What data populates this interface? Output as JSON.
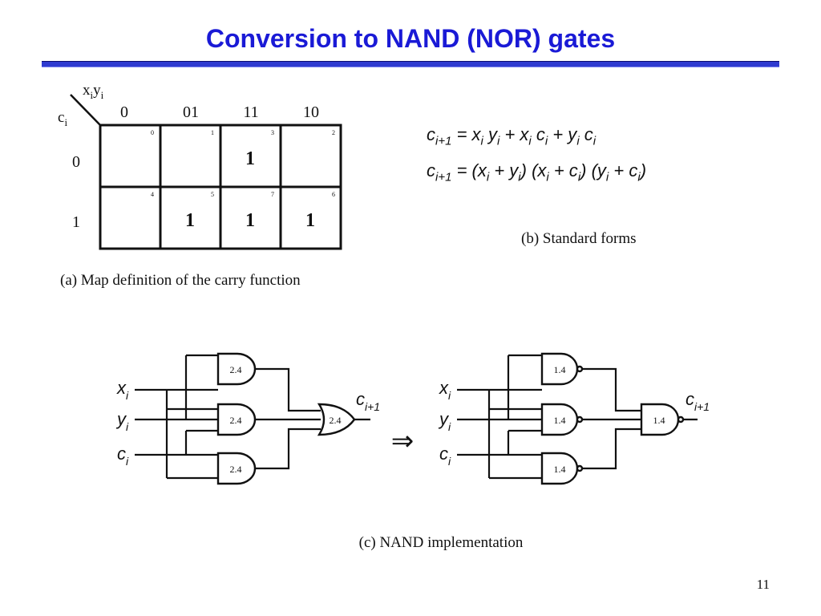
{
  "slide": {
    "title": "Conversion to NAND (NOR) gates",
    "page_number": "11"
  },
  "kmap": {
    "row_var": "c",
    "row_var_sub": "i",
    "col_var_x": "x",
    "col_var_y": "y",
    "col_var_sub": "i",
    "col_headers": [
      "0",
      "01",
      "11",
      "10"
    ],
    "row_headers": [
      "0",
      "1"
    ],
    "cell_indices": [
      [
        "0",
        "1",
        "3",
        "2"
      ],
      [
        "4",
        "5",
        "7",
        "6"
      ]
    ],
    "cells": [
      [
        "",
        "",
        "1",
        ""
      ],
      [
        "",
        "1",
        "1",
        "1"
      ]
    ],
    "caption": "(a) Map definition of the carry function"
  },
  "forms": {
    "sop": {
      "lhs": "c",
      "lhs_sub": "i+1",
      "rhs": "=  x<sub>i</sub> y<sub>i</sub>  + x<sub>i</sub> c<sub>i</sub>  + y<sub>i</sub> c<sub>i</sub>"
    },
    "pos": {
      "lhs": "c",
      "lhs_sub": "i+1",
      "rhs": "= (x<sub>i</sub> + y<sub>i</sub>) (x<sub>i</sub> + c<sub>i</sub>) (y<sub>i</sub> + c<sub>i</sub>)"
    },
    "caption": "(b) Standard forms"
  },
  "circuit": {
    "inputs": [
      {
        "name": "x",
        "sub": "i"
      },
      {
        "name": "y",
        "sub": "i"
      },
      {
        "name": "c",
        "sub": "i"
      }
    ],
    "output": {
      "name": "c",
      "sub": "i+1"
    },
    "left_gate_labels": [
      "2.4",
      "2.4",
      "2.4"
    ],
    "left_or_label": "2.4",
    "right_gate_labels": [
      "1.4",
      "1.4",
      "1.4"
    ],
    "right_out_label": "1.4",
    "arrow": "⇒",
    "caption": "(c)  NAND implementation"
  }
}
